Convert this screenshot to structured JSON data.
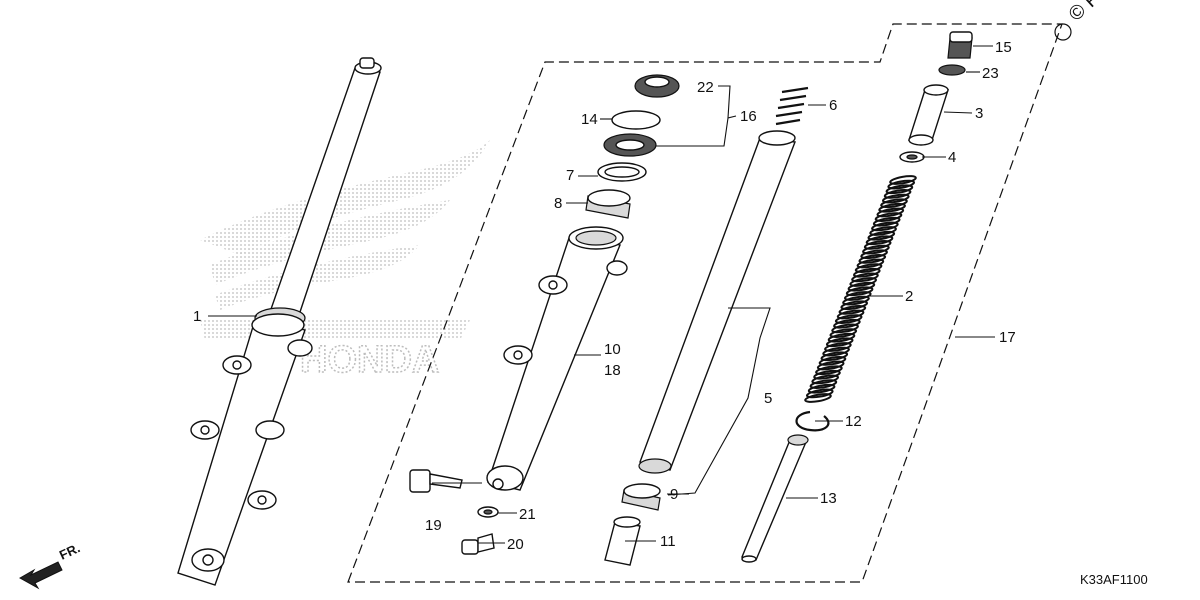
{
  "labels": [
    {
      "id": "1",
      "text": "1"
    },
    {
      "id": "2",
      "text": "2"
    },
    {
      "id": "3",
      "text": "3"
    },
    {
      "id": "4",
      "text": "4"
    },
    {
      "id": "5",
      "text": "5"
    },
    {
      "id": "6",
      "text": "6"
    },
    {
      "id": "7",
      "text": "7"
    },
    {
      "id": "8",
      "text": "8"
    },
    {
      "id": "9",
      "text": "9"
    },
    {
      "id": "10",
      "text": "10"
    },
    {
      "id": "11",
      "text": "11"
    },
    {
      "id": "12",
      "text": "12"
    },
    {
      "id": "13",
      "text": "13"
    },
    {
      "id": "14",
      "text": "14"
    },
    {
      "id": "15",
      "text": "15"
    },
    {
      "id": "16",
      "text": "16"
    },
    {
      "id": "17",
      "text": "17"
    },
    {
      "id": "18",
      "text": "18"
    },
    {
      "id": "19",
      "text": "19"
    },
    {
      "id": "20",
      "text": "20"
    },
    {
      "id": "21",
      "text": "21"
    },
    {
      "id": "22",
      "text": "22"
    },
    {
      "id": "23",
      "text": "23"
    }
  ],
  "diagram_code": "K33AF1100",
  "direction_label": "FR.",
  "watermark": "© Pa",
  "logo_text": "HONDA"
}
